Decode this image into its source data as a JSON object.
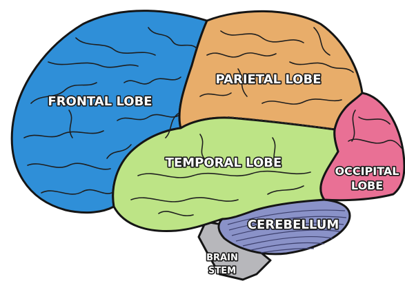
{
  "lobes": {
    "frontal": {
      "label": "FRONTAL LOBE",
      "color": "#2f8fd8"
    },
    "parietal": {
      "label": "PARIETAL LOBE",
      "color": "#e8ad6a"
    },
    "temporal": {
      "label": "TEMPORAL LOBE",
      "color": "#bde486"
    },
    "occipital": {
      "label_line1": "OCCIPITAL",
      "label_line2": "LOBE",
      "color": "#e97095"
    },
    "cerebellum": {
      "label": "CEREBELLUM",
      "color": "#8a92c8"
    },
    "brain_stem": {
      "label_line1": "BRAIN",
      "label_line2": "STEM",
      "color": "#b7b7bb"
    }
  }
}
